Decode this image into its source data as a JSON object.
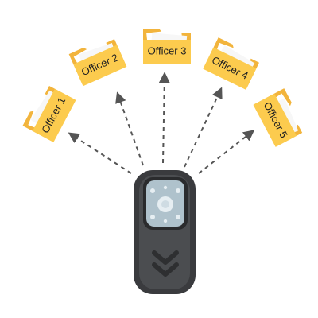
{
  "colors": {
    "folder_back": "#F2B43C",
    "folder_front": "#FCCB4E",
    "folder_paper": "#FFFFFF",
    "arrow": "#555555",
    "camera_body": "#3A3B3E",
    "camera_body_light": "#4B4D50",
    "camera_screen": "#AFC2CC",
    "camera_lens": "#E6EEF2",
    "camera_chevron": "#2E2F31"
  },
  "folders": [
    {
      "label": "Officer 1",
      "icon": "folder-icon"
    },
    {
      "label": "Officer 2",
      "icon": "folder-icon"
    },
    {
      "label": "Officer 3",
      "icon": "folder-icon"
    },
    {
      "label": "Officer 4",
      "icon": "folder-icon"
    },
    {
      "label": "Officer 5",
      "icon": "folder-icon"
    }
  ],
  "device": {
    "icon": "body-camera-icon"
  }
}
